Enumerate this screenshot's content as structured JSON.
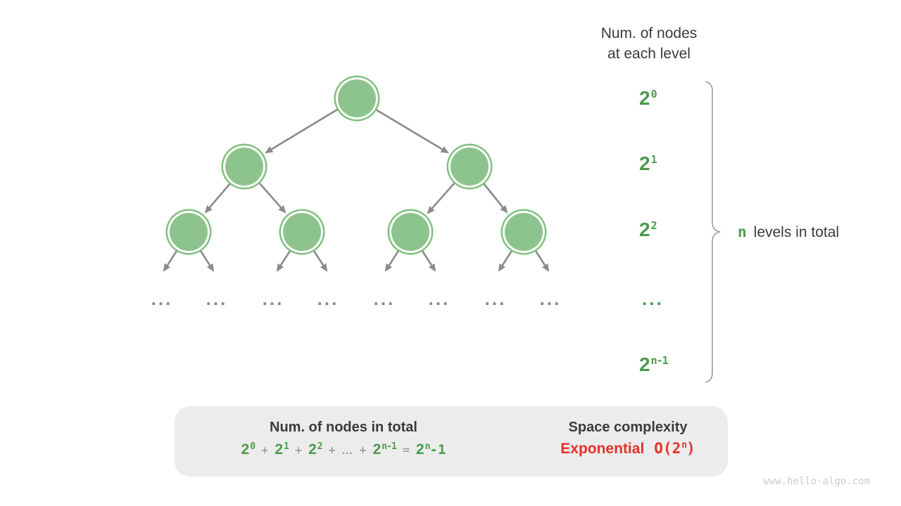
{
  "colors": {
    "node_fill_green": "#8dc48d",
    "node_ring_green": "#7fc07f",
    "text_green": "#4a9b4c",
    "edge_gray": "#8b8b8b",
    "text_dark": "#3b3b3b",
    "accent_red": "#e5312b",
    "box_background": "#ececec",
    "watermark_gray": "#cbcbcb"
  },
  "right_axis": {
    "title_line1": "Num. of nodes",
    "title_line2": "at each level",
    "levels": [
      {
        "base": "2",
        "sup": "0"
      },
      {
        "base": "2",
        "sup": "1"
      },
      {
        "base": "2",
        "sup": "2"
      },
      {
        "ellipsis": "..."
      },
      {
        "base": "2",
        "sup": "n-1"
      }
    ]
  },
  "brace_label": {
    "n": "n",
    "text": "levels in total"
  },
  "tree": {
    "leaf_ellipsis": [
      "...",
      "...",
      "...",
      "...",
      "...",
      "...",
      "...",
      "..."
    ]
  },
  "summary_box": {
    "left_title": "Num. of nodes in total",
    "equation": {
      "terms": [
        {
          "base": "2",
          "sup": "0"
        },
        {
          "base": "2",
          "sup": "1"
        },
        {
          "base": "2",
          "sup": "2"
        },
        {
          "base": "2",
          "sup": "n-1"
        }
      ],
      "op_plus": "+",
      "dots": "...",
      "op_equals": "=",
      "result": {
        "base": "2",
        "sup": "n",
        "tail": "-1"
      }
    },
    "right_title": "Space complexity",
    "right_value": {
      "word": "Exponential",
      "big_o_pre": "O(2",
      "big_o_sup": "n",
      "big_o_post": ")"
    }
  },
  "watermark": "www.hello-algo.com"
}
